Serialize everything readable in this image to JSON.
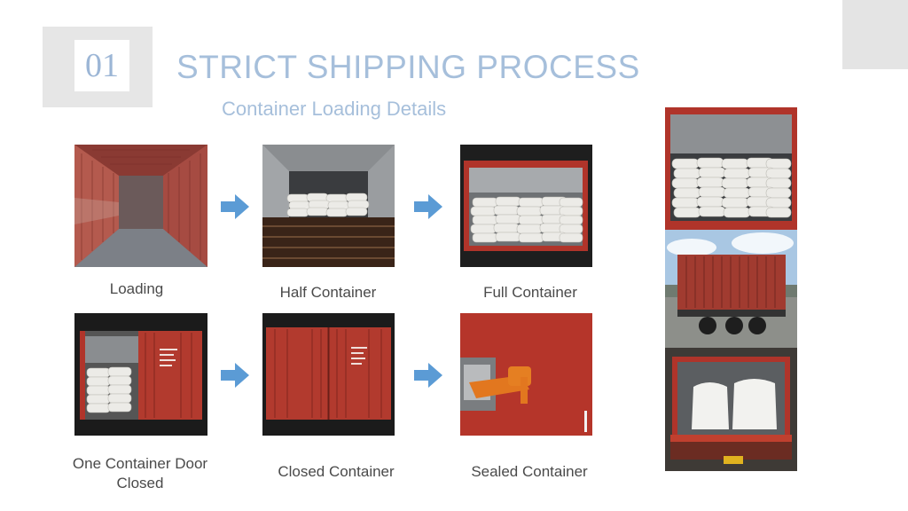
{
  "badge": {
    "number": "01"
  },
  "header": {
    "title": "STRICT SHIPPING PROCESS",
    "subtitle": "Container Loading Details"
  },
  "steps": [
    {
      "label": "Loading"
    },
    {
      "label": "Half Container"
    },
    {
      "label": "Full Container"
    },
    {
      "label": "One Container Door Closed"
    },
    {
      "label": "Closed Container"
    },
    {
      "label": "Sealed Container"
    }
  ],
  "colors": {
    "title": "#a6bfdb",
    "arrow": "#5b9bd5",
    "container_red": "#b23a2e",
    "caption": "#4a4a4a"
  }
}
